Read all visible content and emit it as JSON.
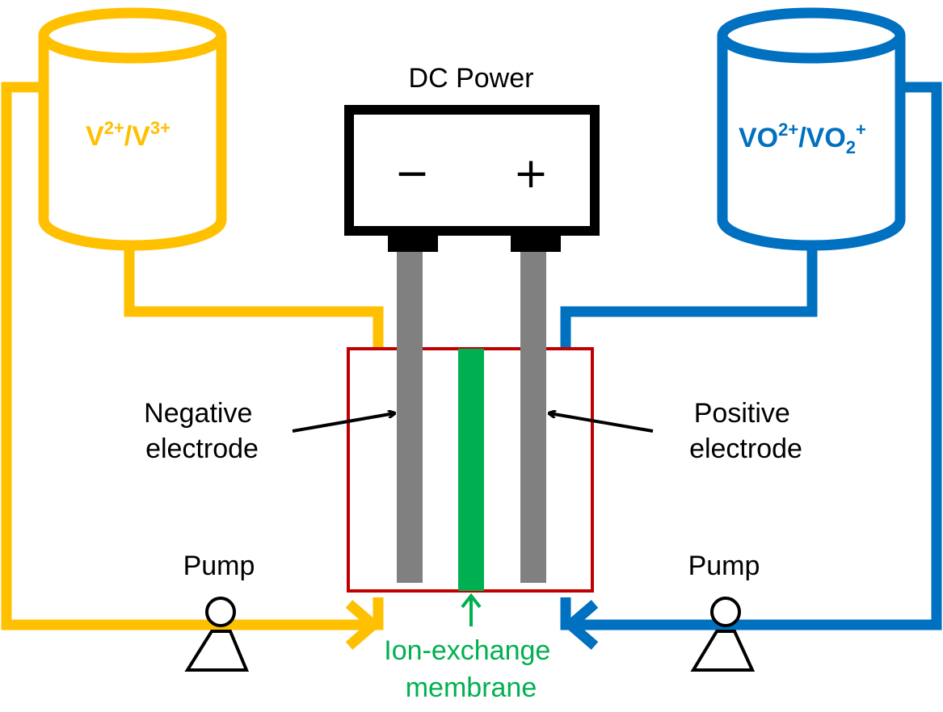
{
  "title": "DC Power",
  "symbols": {
    "negative": "−",
    "positive": "+"
  },
  "tanks": {
    "left": {
      "v1": "V",
      "s1": "2+",
      "sep": "/",
      "v2": "V",
      "s2": "3+"
    },
    "right": {
      "v1": "VO",
      "s1": "2+",
      "sep": "/",
      "v2": "VO",
      "sub": "2",
      "s2": "+"
    }
  },
  "labels": {
    "negative_electrode": [
      "Negative",
      "electrode"
    ],
    "positive_electrode": [
      "Positive",
      "electrode"
    ],
    "pump_left": "Pump",
    "pump_right": "Pump",
    "membrane": [
      "Ion-exchange",
      "membrane"
    ]
  },
  "colors": {
    "negative_loop": "#FFC000",
    "positive_loop": "#0070C0",
    "cell": "#C00000",
    "membrane": "#00B050",
    "electrode": "#808080",
    "power": "#000000"
  }
}
